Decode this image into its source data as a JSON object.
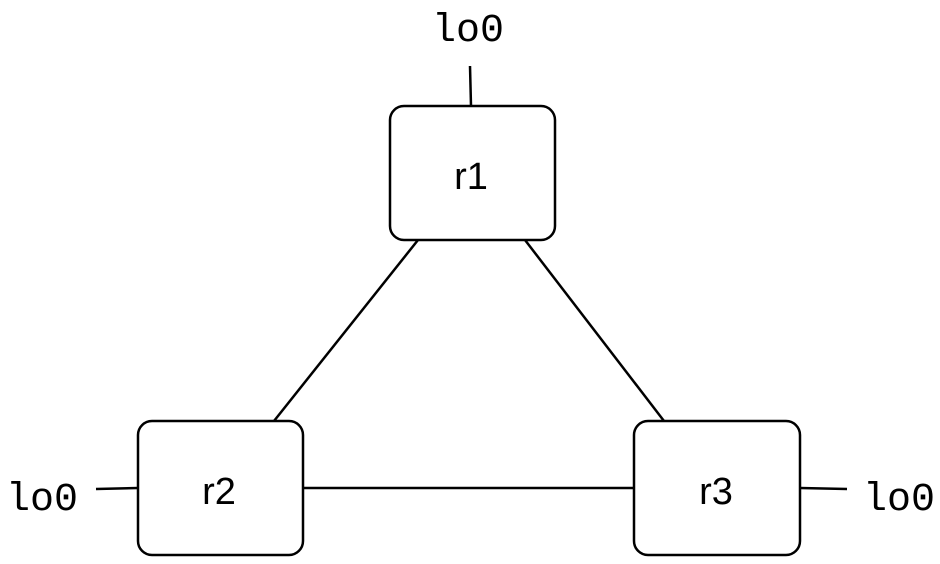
{
  "routers": {
    "r1": {
      "label": "r1"
    },
    "r2": {
      "label": "r2"
    },
    "r3": {
      "label": "r3"
    }
  },
  "loopbacks": {
    "r1": {
      "label": "lo0"
    },
    "r2": {
      "label": "lo0"
    },
    "r3": {
      "label": "lo0"
    }
  },
  "links": [
    {
      "from": "r1",
      "to": "r2"
    },
    {
      "from": "r1",
      "to": "r3"
    },
    {
      "from": "r2",
      "to": "r3"
    }
  ]
}
